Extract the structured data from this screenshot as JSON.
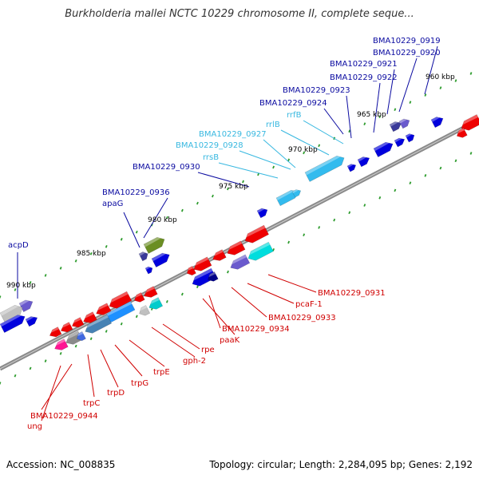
{
  "title": "Burkholderia mallei NCTC 10229 chromosome II, complete seque...",
  "footer": {
    "accession": "Accession: NC_008835",
    "summary": "Topology: circular; Length: 2,284,095 bp; Genes: 2,192"
  },
  "colors": {
    "backbone": "#8a8a8a",
    "dot_green": "#2e9c2e",
    "upper_label": "#0a0aa0",
    "rna_label": "#38b8e0",
    "lower_label": "#d00000"
  },
  "scale": [
    "960 kbp",
    "965 kbp",
    "970 kbp",
    "975 kbp",
    "980 kbp",
    "985 kbp",
    "990 kbp"
  ],
  "upper_labels": [
    {
      "text": "BMA10229_0919",
      "kind": "gene"
    },
    {
      "text": "BMA10229_0920",
      "kind": "gene"
    },
    {
      "text": "BMA10229_0921",
      "kind": "gene"
    },
    {
      "text": "BMA10229_0922",
      "kind": "gene"
    },
    {
      "text": "BMA10229_0923",
      "kind": "gene"
    },
    {
      "text": "BMA10229_0924",
      "kind": "gene"
    },
    {
      "text": "rrfB",
      "kind": "rna"
    },
    {
      "text": "rrlB",
      "kind": "rna"
    },
    {
      "text": "BMA10229_0927",
      "kind": "rna"
    },
    {
      "text": "BMA10229_0928",
      "kind": "rna"
    },
    {
      "text": "rrsB",
      "kind": "rna"
    },
    {
      "text": "BMA10229_0930",
      "kind": "gene"
    },
    {
      "text": "BMA10229_0936",
      "kind": "gene"
    },
    {
      "text": "apaG",
      "kind": "gene"
    },
    {
      "text": "acpD",
      "kind": "gene"
    }
  ],
  "lower_labels": [
    {
      "text": "BMA10229_0931"
    },
    {
      "text": "pcaF-1"
    },
    {
      "text": "BMA10229_0933"
    },
    {
      "text": "BMA10229_0934"
    },
    {
      "text": "paaK"
    },
    {
      "text": "rpe"
    },
    {
      "text": "gph-2"
    },
    {
      "text": "trpE"
    },
    {
      "text": "trpG"
    },
    {
      "text": "trpD"
    },
    {
      "text": "trpC"
    },
    {
      "text": "BMA10229_0944"
    },
    {
      "text": "ung"
    }
  ]
}
